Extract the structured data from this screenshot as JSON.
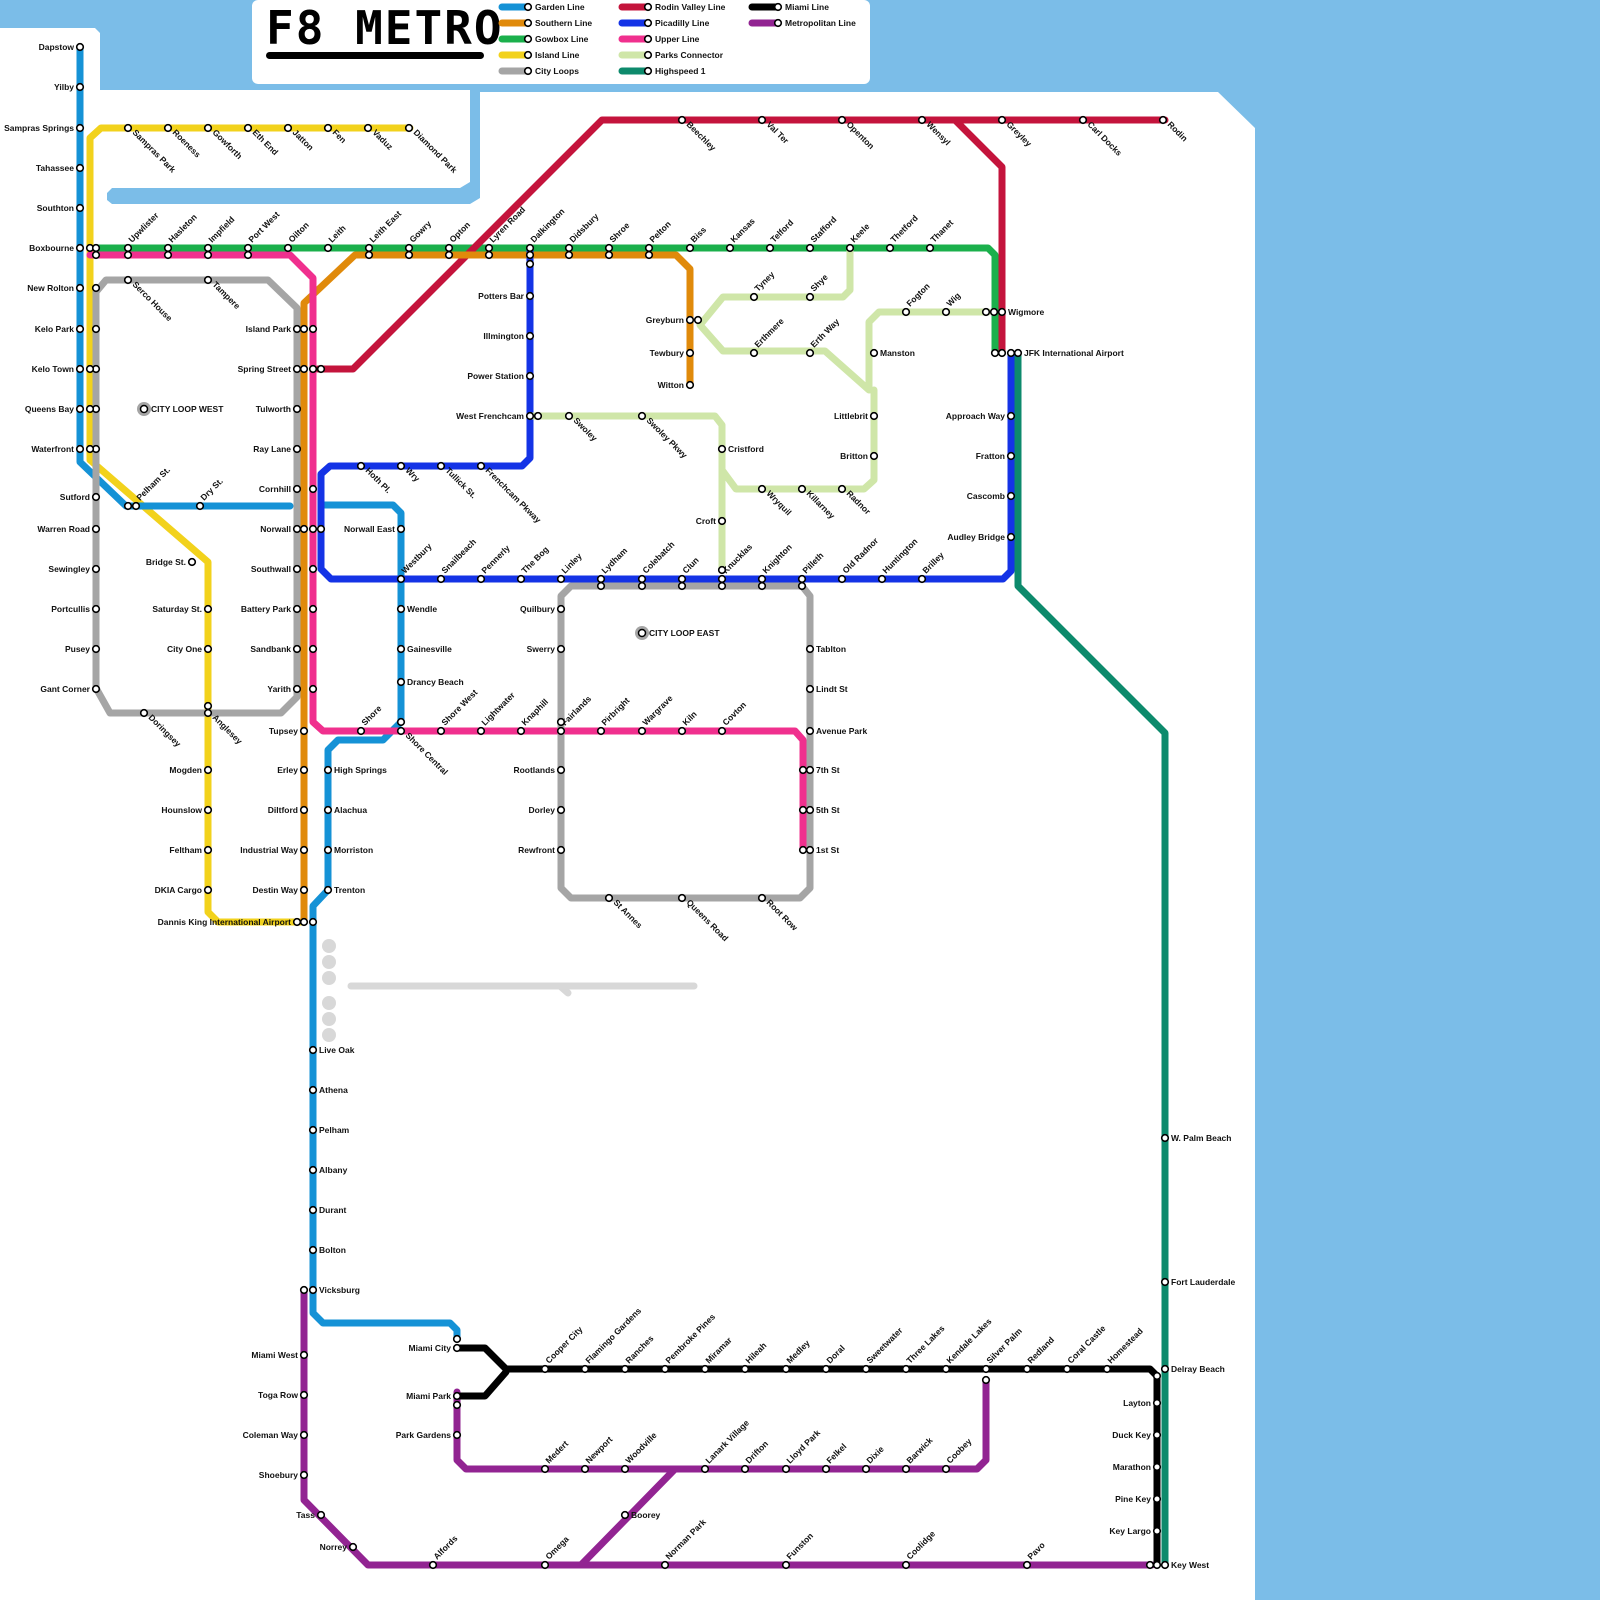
{
  "title": "F8 METRO",
  "colors": {
    "sea": "#7bbde8",
    "land": "#ffffff",
    "garden": "#1592d6",
    "southern": "#e08a0b",
    "gowbox": "#1bb04c",
    "island": "#f2d21c",
    "cityloops": "#a5a5a5",
    "rodin": "#c4143c",
    "picadilly": "#1433e6",
    "upper": "#f0308e",
    "parks": "#cfe6a8",
    "highspeed": "#0d8a6c",
    "miami": "#000000",
    "metropolitan": "#922492",
    "construction": "#d8d8d8"
  },
  "legend": [
    {
      "label": "Garden Line",
      "color": "#1592d6"
    },
    {
      "label": "Southern Line",
      "color": "#e08a0b"
    },
    {
      "label": "Gowbox Line",
      "color": "#1bb04c"
    },
    {
      "label": "Island Line",
      "color": "#f2d21c"
    },
    {
      "label": "City Loops",
      "color": "#a5a5a5"
    },
    {
      "label": "Rodin Valley Line",
      "color": "#c4143c"
    },
    {
      "label": "Picadilly Line",
      "color": "#1433e6"
    },
    {
      "label": "Upper Line",
      "color": "#f0308e"
    },
    {
      "label": "Parks Connector",
      "color": "#cfe6a8"
    },
    {
      "label": "Highspeed 1",
      "color": "#0d8a6c"
    },
    {
      "label": "Miami Line",
      "color": "#000000"
    },
    {
      "label": "Metropolitan Line",
      "color": "#922492"
    }
  ],
  "hubs": [
    "CITY LOOP WEST",
    "CITY LOOP EAST"
  ],
  "stations": {
    "west_garden": [
      "Dapstow",
      "Yilby",
      "Sampras Springs",
      "Tahassee",
      "Southton",
      "Boxbourne",
      "New Rolton",
      "Kelo Park",
      "Kelo Town",
      "Queens Bay",
      "Waterfront",
      "Sutford",
      "Warren Road",
      "Sewingley",
      "Portcullis",
      "Pusey",
      "Gant Corner"
    ],
    "island_top": [
      "Sampras Park",
      "Roeness",
      "Gowforth",
      "Eth End",
      "Jatton",
      "Fen",
      "Vaduz",
      "Diamond Park"
    ],
    "gowbox_top": [
      "Upwlister",
      "Hasleton",
      "Impfield",
      "Port West",
      "Oilton",
      "Leith",
      "Leith East",
      "Gowry",
      "Opton",
      "Lyren Road",
      "Dalkington",
      "Didsbury",
      "Shroe",
      "Pelton",
      "Biss",
      "Kansas",
      "Telford",
      "Stafford",
      "Keele",
      "Thetford",
      "Thanet"
    ],
    "rodin_top": [
      "Beechley",
      "Val Ter",
      "Openton",
      "Wensyl",
      "Greyley",
      "Carl Docks",
      "Rodin"
    ],
    "loop_west_misc": [
      "Serco House",
      "Tampere",
      "Pelham St.",
      "Dry St.",
      "Doringsey",
      "Anglesey"
    ],
    "central_col": [
      "Island Park",
      "Spring Street",
      "Tulworth",
      "Ray Lane",
      "Cornhill",
      "Norwall",
      "Southwall",
      "Battery Park",
      "Sandbank",
      "Yarith",
      "Tupsey",
      "Erley",
      "Diltford",
      "Industrial Way",
      "Destin Way",
      "Dannis King International Airport"
    ],
    "island_south": [
      "Bridge St.",
      "Saturday St.",
      "City One",
      "Mogden",
      "Hounslow",
      "Feltham",
      "DKIA Cargo"
    ],
    "picadilly": [
      "Potters Bar",
      "Illmington",
      "Power Station",
      "West Frenchcam",
      "Hoth Pl.",
      "Wry",
      "Tullick St.",
      "Frenchcam Pkway",
      "Westbury",
      "Snailbeach",
      "Pennerly",
      "The Bog",
      "Linley",
      "Lydham",
      "Colebatch",
      "Clun",
      "Knucklas",
      "Knighton",
      "Pilleth",
      "Old Radnor",
      "Huntington",
      "Brilley",
      "Approach Way",
      "Fratton",
      "Cascomb",
      "Audley Bridge"
    ],
    "garden_mid": [
      "Norwall East",
      "Wendle",
      "Gainesville",
      "Drancy Beach",
      "Shore Central",
      "High Springs",
      "Alachua",
      "Morriston",
      "Trenton"
    ],
    "upper_mid": [
      "Shore",
      "Shore West",
      "Lightwater",
      "Knaphill",
      "Fairlands",
      "Pirbright",
      "Wargrave",
      "Kiln",
      "Covton",
      "7th St",
      "5th St",
      "1st St"
    ],
    "loop_east": [
      "Quilbury",
      "Swerry",
      "Rootlands",
      "Dorley",
      "Rewfront",
      "St Annes",
      "Queens Road",
      "Root Row",
      "Tablton",
      "Lindt St",
      "Avenue Park"
    ],
    "parks": [
      "Greyburn",
      "Tewbury",
      "Witton",
      "Tyney",
      "Shye",
      "Erthmere",
      "Erth Way",
      "Manston",
      "Fogton",
      "Wig",
      "Wigmore",
      "JFK International Airport",
      "Littlebrit",
      "Britton",
      "Cristford",
      "Croft",
      "Wryquil",
      "Killarney",
      "Radnor",
      "Swoley",
      "Swoley Pkwy"
    ],
    "south_garden": [
      "Live Oak",
      "Athena",
      "Pelham",
      "Albany",
      "Durant",
      "Bolton",
      "Vicksburg"
    ],
    "metropolitan": [
      "Miami West",
      "Toga Row",
      "Coleman Way",
      "Shoebury",
      "Tass",
      "Norrey",
      "Alfords",
      "Omega",
      "Boorey",
      "Norman Park",
      "Funston",
      "Coolidge",
      "Pavo",
      "Park Gardens",
      "Medert",
      "Newport",
      "Woodville",
      "Lanark Village",
      "Drifton",
      "Lloyd Park",
      "Felkel",
      "Dixie",
      "Barwick",
      "Coobey"
    ],
    "miami": [
      "Miami City",
      "Miami Park",
      "Cooper City",
      "Flamingo Gardens",
      "Ranches",
      "Pembroke Pines",
      "Miramar",
      "Hileah",
      "Medley",
      "Doral",
      "Sweetwater",
      "Three Lakes",
      "Kendale Lakes",
      "Silver Palm",
      "Redland",
      "Coral Castle",
      "Homestead",
      "Delray Beach",
      "Layton",
      "Duck Key",
      "Marathon",
      "Pine Key",
      "Key Largo",
      "Key West"
    ],
    "highspeed": [
      "W. Palm Beach",
      "Fort Lauderdale"
    ]
  }
}
